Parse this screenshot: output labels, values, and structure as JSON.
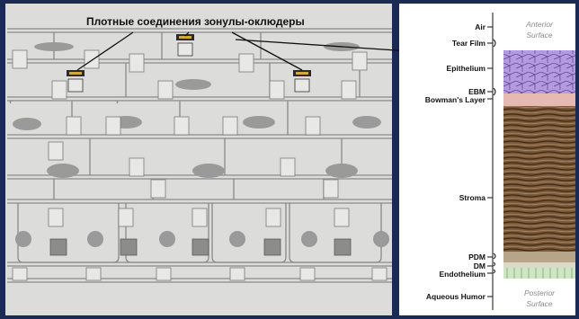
{
  "left_panel": {
    "title": "Плотные соединения зонулы-оклюдеры"
  },
  "right_panel": {
    "layers": [
      {
        "label": "Air"
      },
      {
        "label": "Tear Film"
      },
      {
        "label": "Epithelium"
      },
      {
        "label": "EBM"
      },
      {
        "label": "Bowman's Layer"
      },
      {
        "label": "Stroma"
      },
      {
        "label": "PDM"
      },
      {
        "label": "DM"
      },
      {
        "label": "Endothelium"
      },
      {
        "label": "Aqueous Humor"
      }
    ],
    "anterior_line1": "Anterior",
    "anterior_line2": "Surface",
    "posterior_line1": "Posterior",
    "posterior_line2": "Surface"
  },
  "colors": {
    "background": "#1a2a55",
    "left_paper": "#dcdcda",
    "right_paper": "#ffffff",
    "epithelium": "#b49be0",
    "bowman": "#e6b9b3",
    "stroma": "#6a4a2c",
    "endothelium": "#cfe6c4",
    "junction": "#d4a93a"
  }
}
